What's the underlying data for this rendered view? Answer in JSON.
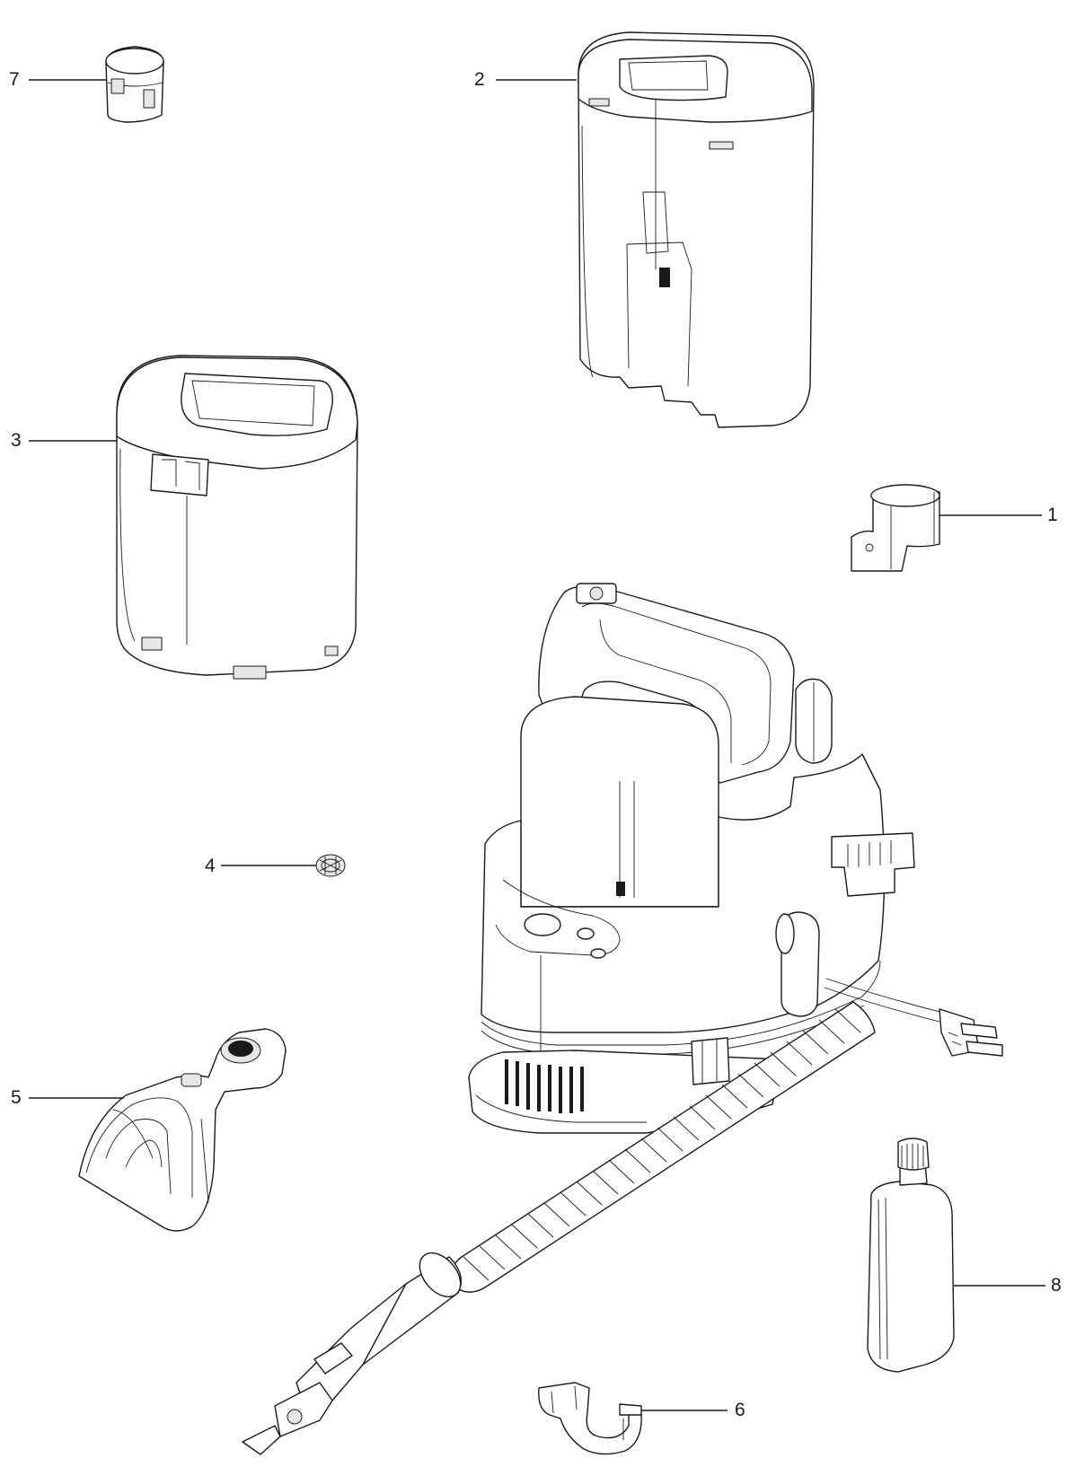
{
  "callouts": [
    {
      "id": "7",
      "text": "7"
    },
    {
      "id": "2",
      "text": "2"
    },
    {
      "id": "3",
      "text": "3"
    },
    {
      "id": "1",
      "text": "1"
    },
    {
      "id": "4",
      "text": "4"
    },
    {
      "id": "5",
      "text": "5"
    },
    {
      "id": "8",
      "text": "8"
    },
    {
      "id": "6",
      "text": "6"
    }
  ]
}
